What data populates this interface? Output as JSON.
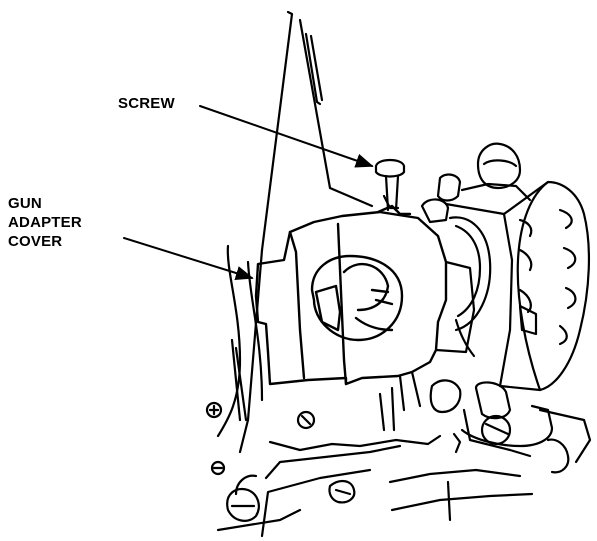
{
  "callouts": {
    "screw": {
      "label": "SCREW"
    },
    "gun_adapter_cover": {
      "lines": [
        "GUN",
        "ADAPTER",
        "COVER"
      ]
    }
  },
  "colors": {
    "ink": "#000000",
    "paper": "#ffffff"
  }
}
